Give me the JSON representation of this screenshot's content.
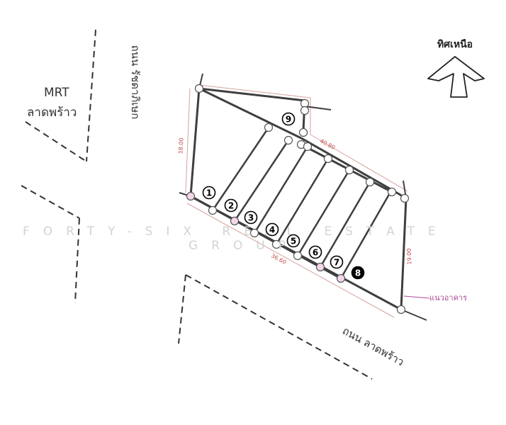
{
  "mrt": {
    "line1": "MRT",
    "line2": "ลาดพร้าว"
  },
  "side_road": "ถนน รัชดาภิเษก",
  "main_road": "ถนน ลาดพร้าว",
  "north": {
    "label": "ทิศเหนือ"
  },
  "dimensions": {
    "left": "18.00",
    "top": "40.80",
    "bottom": "36.60",
    "right": "19.00"
  },
  "setback_line": "แนวอาคาร",
  "watermark": {
    "line1": "FORTY-SIX REAL ESTATE",
    "line2": "GROUP"
  },
  "plots": [
    {
      "number": "1"
    },
    {
      "number": "2"
    },
    {
      "number": "3"
    },
    {
      "number": "4"
    },
    {
      "number": "5"
    },
    {
      "number": "6"
    },
    {
      "number": "7"
    },
    {
      "number": "8"
    },
    {
      "number": "9"
    }
  ]
}
